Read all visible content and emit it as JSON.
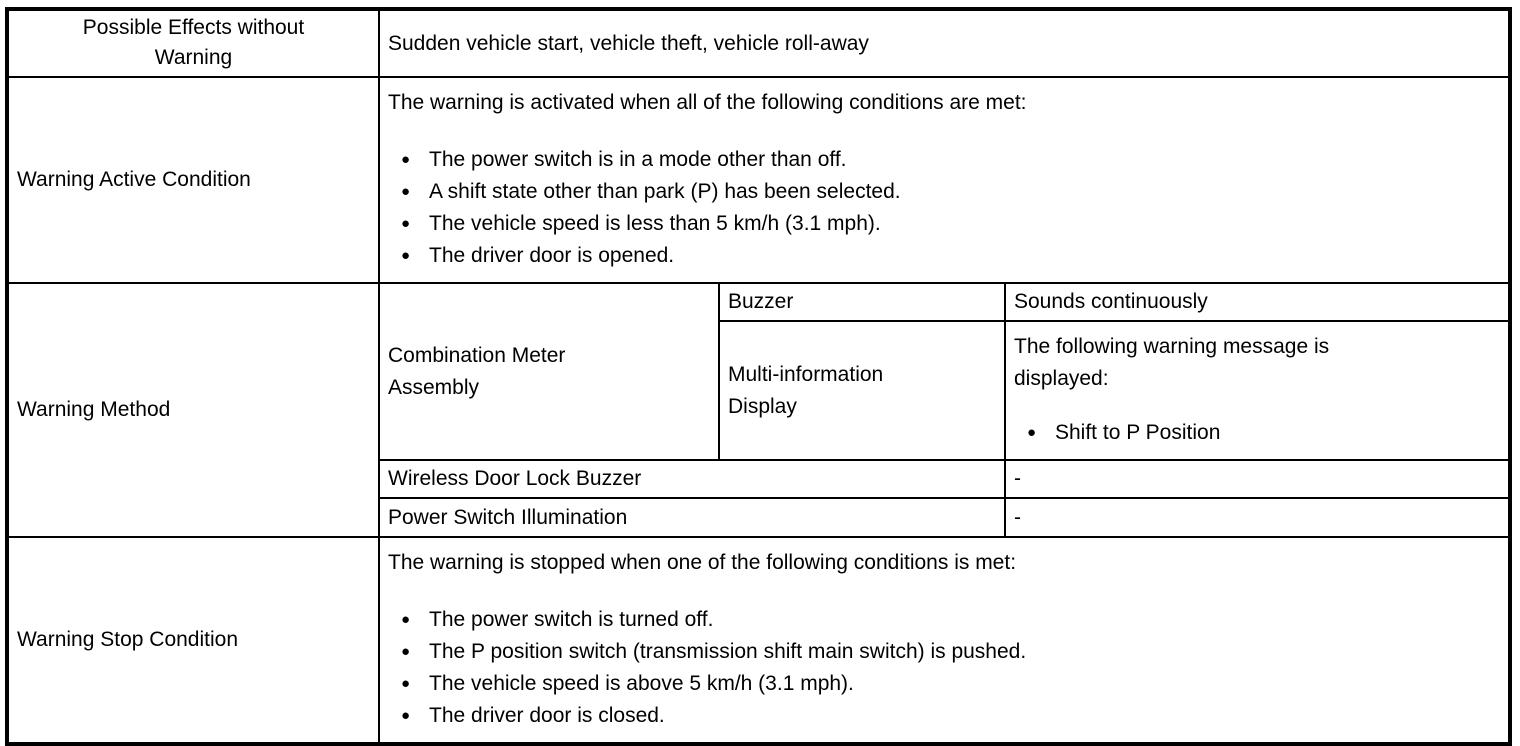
{
  "glyphs": {
    "bullet": "●"
  },
  "table": {
    "possible_effects": {
      "label": "Possible Effects without Warning",
      "value": "Sudden vehicle start, vehicle theft, vehicle roll-away"
    },
    "warning_active": {
      "label": "Warning Active Condition",
      "intro": "The warning is activated when all of the following conditions are met:",
      "bullets": [
        "The power switch is in a mode other than off.",
        "A shift state other than park (P) has been selected.",
        "The vehicle speed is less than 5 km/h (3.1 mph).",
        "The driver door is opened."
      ]
    },
    "warning_method": {
      "label": "Warning Method",
      "combination_meter": {
        "label": "Combination Meter Assembly"
      },
      "buzzer": {
        "label": "Buzzer",
        "value": "Sounds continuously"
      },
      "multi_information_display": {
        "label": "Multi-information Display",
        "intro": "The following warning message is displayed:",
        "bullets": [
          "Shift to P Position"
        ]
      },
      "wireless_door_lock_buzzer": {
        "label": "Wireless Door Lock Buzzer",
        "value": "-"
      },
      "power_switch_illumination": {
        "label": "Power Switch Illumination",
        "value": "-"
      }
    },
    "warning_stop": {
      "label": "Warning Stop Condition",
      "intro": "The warning is stopped when one of the following conditions is met:",
      "bullets": [
        "The power switch is turned off.",
        "The P position switch (transmission shift main switch) is pushed.",
        "The vehicle speed is above 5 km/h (3.1 mph).",
        "The driver door is closed."
      ]
    }
  }
}
